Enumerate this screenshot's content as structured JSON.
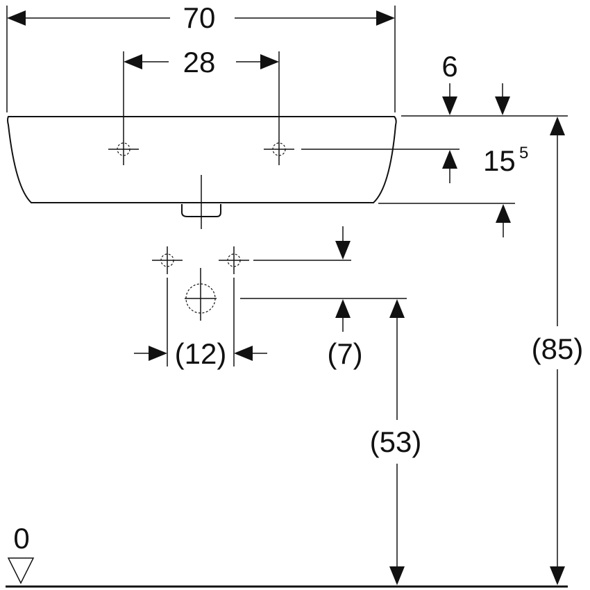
{
  "dimensions": {
    "overall_width": "70",
    "hole_spacing": "28",
    "rim_offset": "6",
    "hole_height": "15",
    "hole_height_sup": "5",
    "drain_spacing": "(12)",
    "drain_offset": "(7)",
    "drain_height": "(53)",
    "rim_height": "(85)",
    "floor_level": "0"
  }
}
